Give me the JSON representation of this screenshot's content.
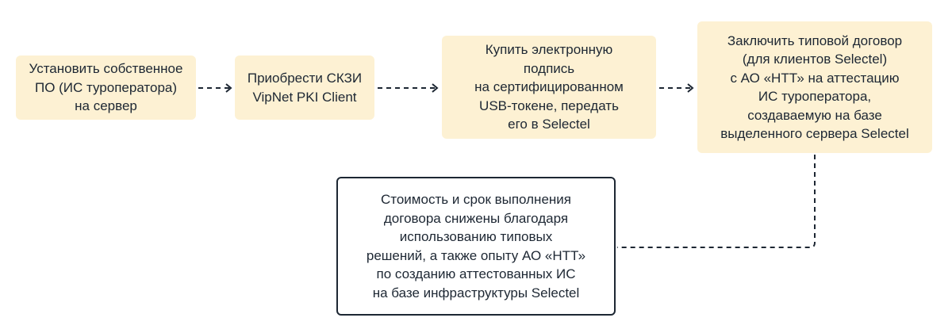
{
  "steps": [
    {
      "text": "Установить собственное\nПО (ИС туроператора)\nна сервер"
    },
    {
      "text": "Приобрести СКЗИ\nVipNet PKI Client"
    },
    {
      "text": "Купить электронную\nподпись\nна сертифицированном\nUSB-токене, передать\nего в Selectel"
    },
    {
      "text": "Заключить типовой договор\n(для клиентов Selectel)\nс АО «НТТ» на аттестацию\nИС туроператора,\nсоздаваемую на базе\nвыделенного сервера Selectel"
    }
  ],
  "note": {
    "text": "Стоимость и срок выполнения\nдоговора снижены благодаря\nиспользованию типовых\nрешений, а также опыту АО «НТТ»\nпо созданию аттестованных ИС\nна базе инфраструктуры Selectel"
  },
  "colors": {
    "box_fill": "#fdf1d3",
    "text": "#1d2733"
  }
}
